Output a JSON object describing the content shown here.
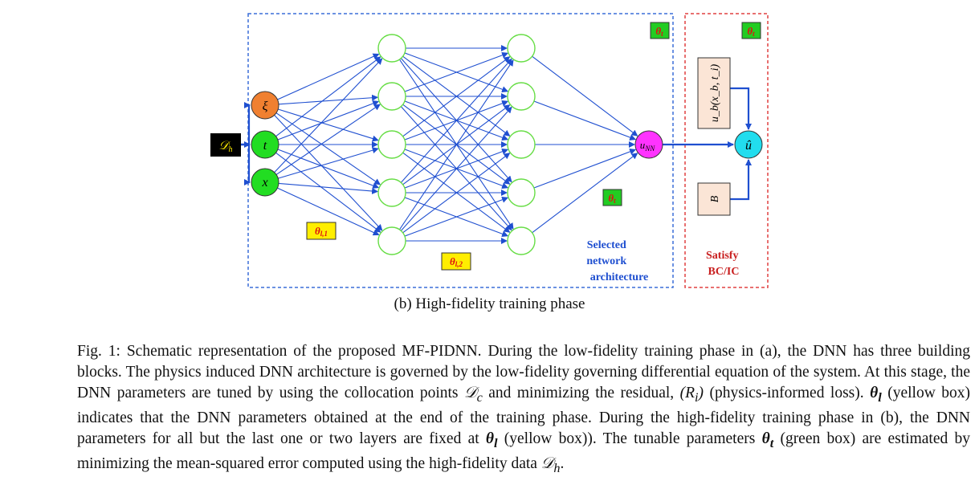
{
  "figure": {
    "input_data_label": "D_h",
    "input_nodes": [
      "ξ",
      "t",
      "x"
    ],
    "output_node": "u_NN",
    "final_node": "û",
    "bc_box_label": "u_b(x_b, t_i)",
    "b_box_label": "B",
    "theta_t_label": "θ_t",
    "theta_l1_label": "θ_l,1",
    "theta_l2_label": "θ_l,2",
    "selected_label_lines": [
      "Selected",
      "network",
      "architecture"
    ],
    "satisfy_label_lines": [
      "Satisfy",
      "BC/IC"
    ],
    "colors": {
      "xi_node": "#f08030",
      "input_nodes": "#22dd22",
      "output_node": "#ff33ff",
      "final_node": "#22ddee",
      "hidden_border": "#66dd44",
      "edges": "#1f4fd0",
      "blue_box": "#3b6fd8",
      "red_box": "#e04040",
      "green_tag": "#22cc22",
      "yellow_tag": "#ffee00",
      "tag_text": "#dd1111",
      "peach_box": "#fbe5d6"
    }
  },
  "subcaption": "(b) High-fidelity training phase",
  "caption": {
    "fig_label": "Fig. 1:",
    "seg1": " Schematic representation of the proposed MF-PIDNN. During the low-fidelity training phase in (a), the DNN has three building blocks. The physics induced DNN architecture is governed by the low-fidelity governing differential equation of the system. At this stage, the DNN parameters are tuned by using the collocation points ",
    "Dc": "𝒟",
    "Dc_sub": "c",
    "seg2": " and minimizing the residual, ",
    "Ri": "(R",
    "Ri_sub": "i",
    "Ri_close": ")",
    "seg3": " (physics-informed loss). ",
    "theta_l_a": "θ",
    "theta_l_a_sub": "l",
    "seg4": " (yellow box) indicates that the DNN parameters obtained at the end of the training phase. During the high-fidelity training phase in (b), the DNN parameters for all but the last one or two layers are fixed at ",
    "theta_l_b": "θ",
    "theta_l_b_sub": "l",
    "seg5": " (yellow box)). The tunable parameters ",
    "theta_t": "θ",
    "theta_t_sub": "t",
    "seg6": " (green box) are estimated by minimizing the mean-squared error computed using the high-fidelity data ",
    "Dh": "𝒟",
    "Dh_sub": "h",
    "seg7": "."
  }
}
